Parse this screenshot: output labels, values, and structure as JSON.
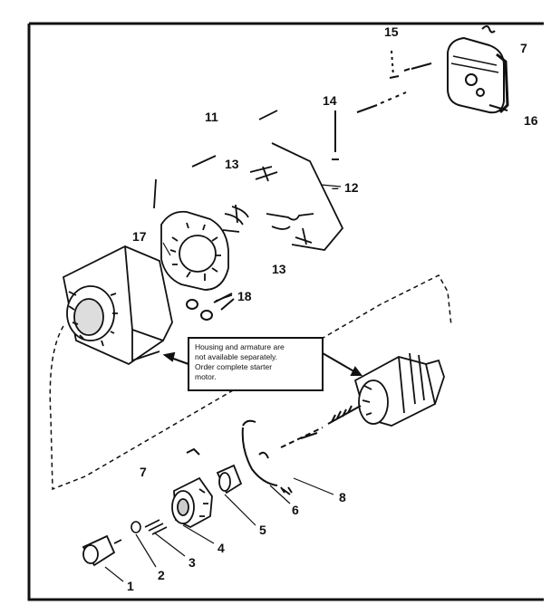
{
  "callouts": [
    "1",
    "2",
    "3",
    "4",
    "5",
    "6",
    "7",
    "8",
    "11",
    "12",
    "13",
    "14",
    "15",
    "16",
    "17",
    "18"
  ],
  "labels": {
    "l1": "1",
    "l2": "2",
    "l3": "3",
    "l4": "4",
    "l5": "5",
    "l6": "6",
    "l7_top": "7",
    "l7_low": "7",
    "l8": "8",
    "l11": "11",
    "l12": "12",
    "l13_upper": "13",
    "l13_lower": "13",
    "l14": "14",
    "l15": "15",
    "l16": "16",
    "l17": "17",
    "l18": "18"
  },
  "note": {
    "line1": "Housing and armature are",
    "line2": "not available separately.",
    "line3": "Order complete starter",
    "line4": "motor."
  }
}
